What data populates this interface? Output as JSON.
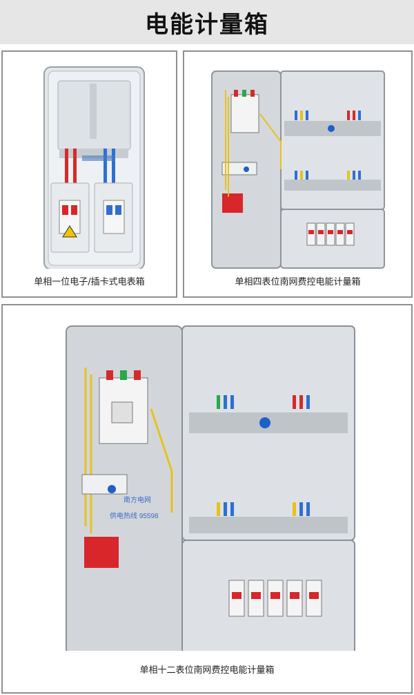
{
  "page": {
    "title": "电能计量箱"
  },
  "products": [
    {
      "caption": "单相一位电子/插卡式电表箱"
    },
    {
      "caption": "单相四表位南网费控电能计量箱"
    },
    {
      "caption": "单相十二表位南网费控电能计量箱"
    }
  ],
  "labels": {
    "box_text_1": "南方电网",
    "box_text_2": "供电热线 95598"
  },
  "colors": {
    "box_gray": "#c9cdd1",
    "wire_red": "#d62a2a",
    "wire_yellow": "#e8c21a",
    "wire_green": "#2aa84a",
    "wire_blue": "#2f6fd1",
    "breaker_red": "#d8262a"
  }
}
